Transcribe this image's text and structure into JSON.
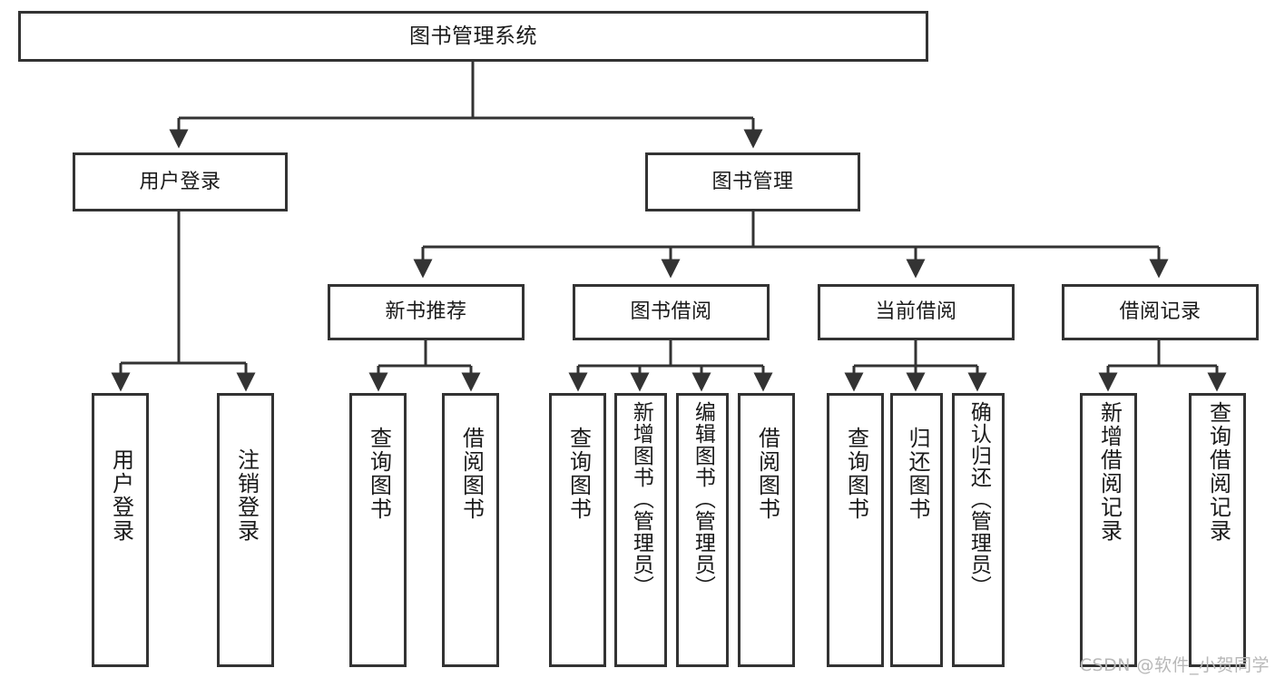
{
  "diagram": {
    "type": "tree",
    "title": "图书管理系统",
    "watermark": "CSDN @软件_小贺同学",
    "colors": {
      "stroke": "#333333",
      "fill": "#ffffff",
      "text": "#1a1a1a",
      "watermark": "#b8b8b8"
    },
    "nodes": {
      "root": {
        "label": "图书管理系统"
      },
      "level2": [
        {
          "id": "user-login",
          "label": "用户登录"
        },
        {
          "id": "book-manage",
          "label": "图书管理"
        }
      ],
      "level3": [
        {
          "id": "new-book-recommend",
          "label": "新书推荐"
        },
        {
          "id": "book-borrow",
          "label": "图书借阅"
        },
        {
          "id": "current-borrow",
          "label": "当前借阅"
        },
        {
          "id": "borrow-record",
          "label": "借阅记录"
        }
      ],
      "leaves": {
        "user_login": [
          {
            "id": "leaf-user-login",
            "label": "用户登录"
          },
          {
            "id": "leaf-user-logout",
            "label": "注销登录"
          }
        ],
        "new_book_recommend": [
          {
            "id": "leaf-query-book-1",
            "label": "查询图书"
          },
          {
            "id": "leaf-borrow-book-1",
            "label": "借阅图书"
          }
        ],
        "book_borrow": [
          {
            "id": "leaf-query-book-2",
            "label": "查询图书"
          },
          {
            "id": "leaf-add-book",
            "label": "新增图书（管理员）"
          },
          {
            "id": "leaf-edit-book",
            "label": "编辑图书（管理员）"
          },
          {
            "id": "leaf-borrow-book-2",
            "label": "借阅图书"
          }
        ],
        "current_borrow": [
          {
            "id": "leaf-query-book-3",
            "label": "查询图书"
          },
          {
            "id": "leaf-return-book",
            "label": "归还图书"
          },
          {
            "id": "leaf-confirm-return",
            "label": "确认归还（管理员）"
          }
        ],
        "borrow_record": [
          {
            "id": "leaf-add-record",
            "label": "新增借阅记录"
          },
          {
            "id": "leaf-query-record",
            "label": "查询借阅记录"
          }
        ]
      }
    }
  }
}
